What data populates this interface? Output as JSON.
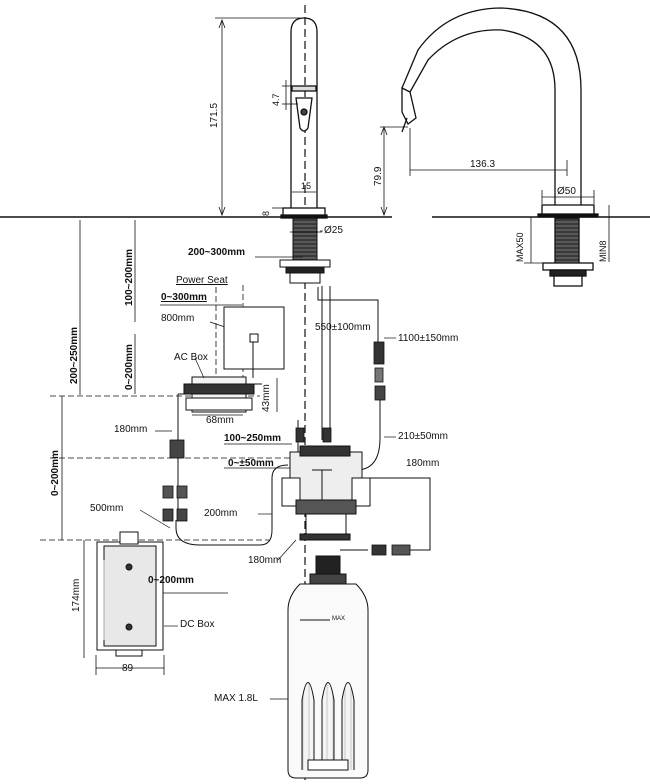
{
  "labels": {
    "h171": "171.5",
    "h47": "4.7",
    "d15": "15",
    "d8": "8",
    "dia25": "Ø25",
    "h79": "79.9",
    "w136": "136.3",
    "dia50": "Ø50",
    "max50": "MAX50",
    "min8": "MIN8",
    "r200_300": "200~300mm",
    "power_seat": "Power Seat",
    "r0_300": "0~300mm",
    "m800": "800mm",
    "m550": "550±100mm",
    "m1100": "1100±150mm",
    "r100_200": "100~200mm",
    "r200_250": "200~250mm",
    "r0_200_a": "0~200mm",
    "ac_box": "AC Box",
    "m43": "43mm",
    "m68": "68mm",
    "m180_a": "180mm",
    "r100_250": "100~250mm",
    "m210": "210±50mm",
    "m180_b": "180mm",
    "r0_200_b": "0~200mm",
    "r0_50": "0~±50mm",
    "m500": "500mm",
    "m200": "200mm",
    "m180_c": "180mm",
    "m174": "174mm",
    "r0_200_c": "0~200mm",
    "dc_box": "DC Box",
    "w89": "89",
    "max18": "MAX 1.8L",
    "max_mark": "MAX"
  },
  "colors": {
    "line": "#111111",
    "dark_fill": "#2a2a2a",
    "hatch": "#555555"
  }
}
